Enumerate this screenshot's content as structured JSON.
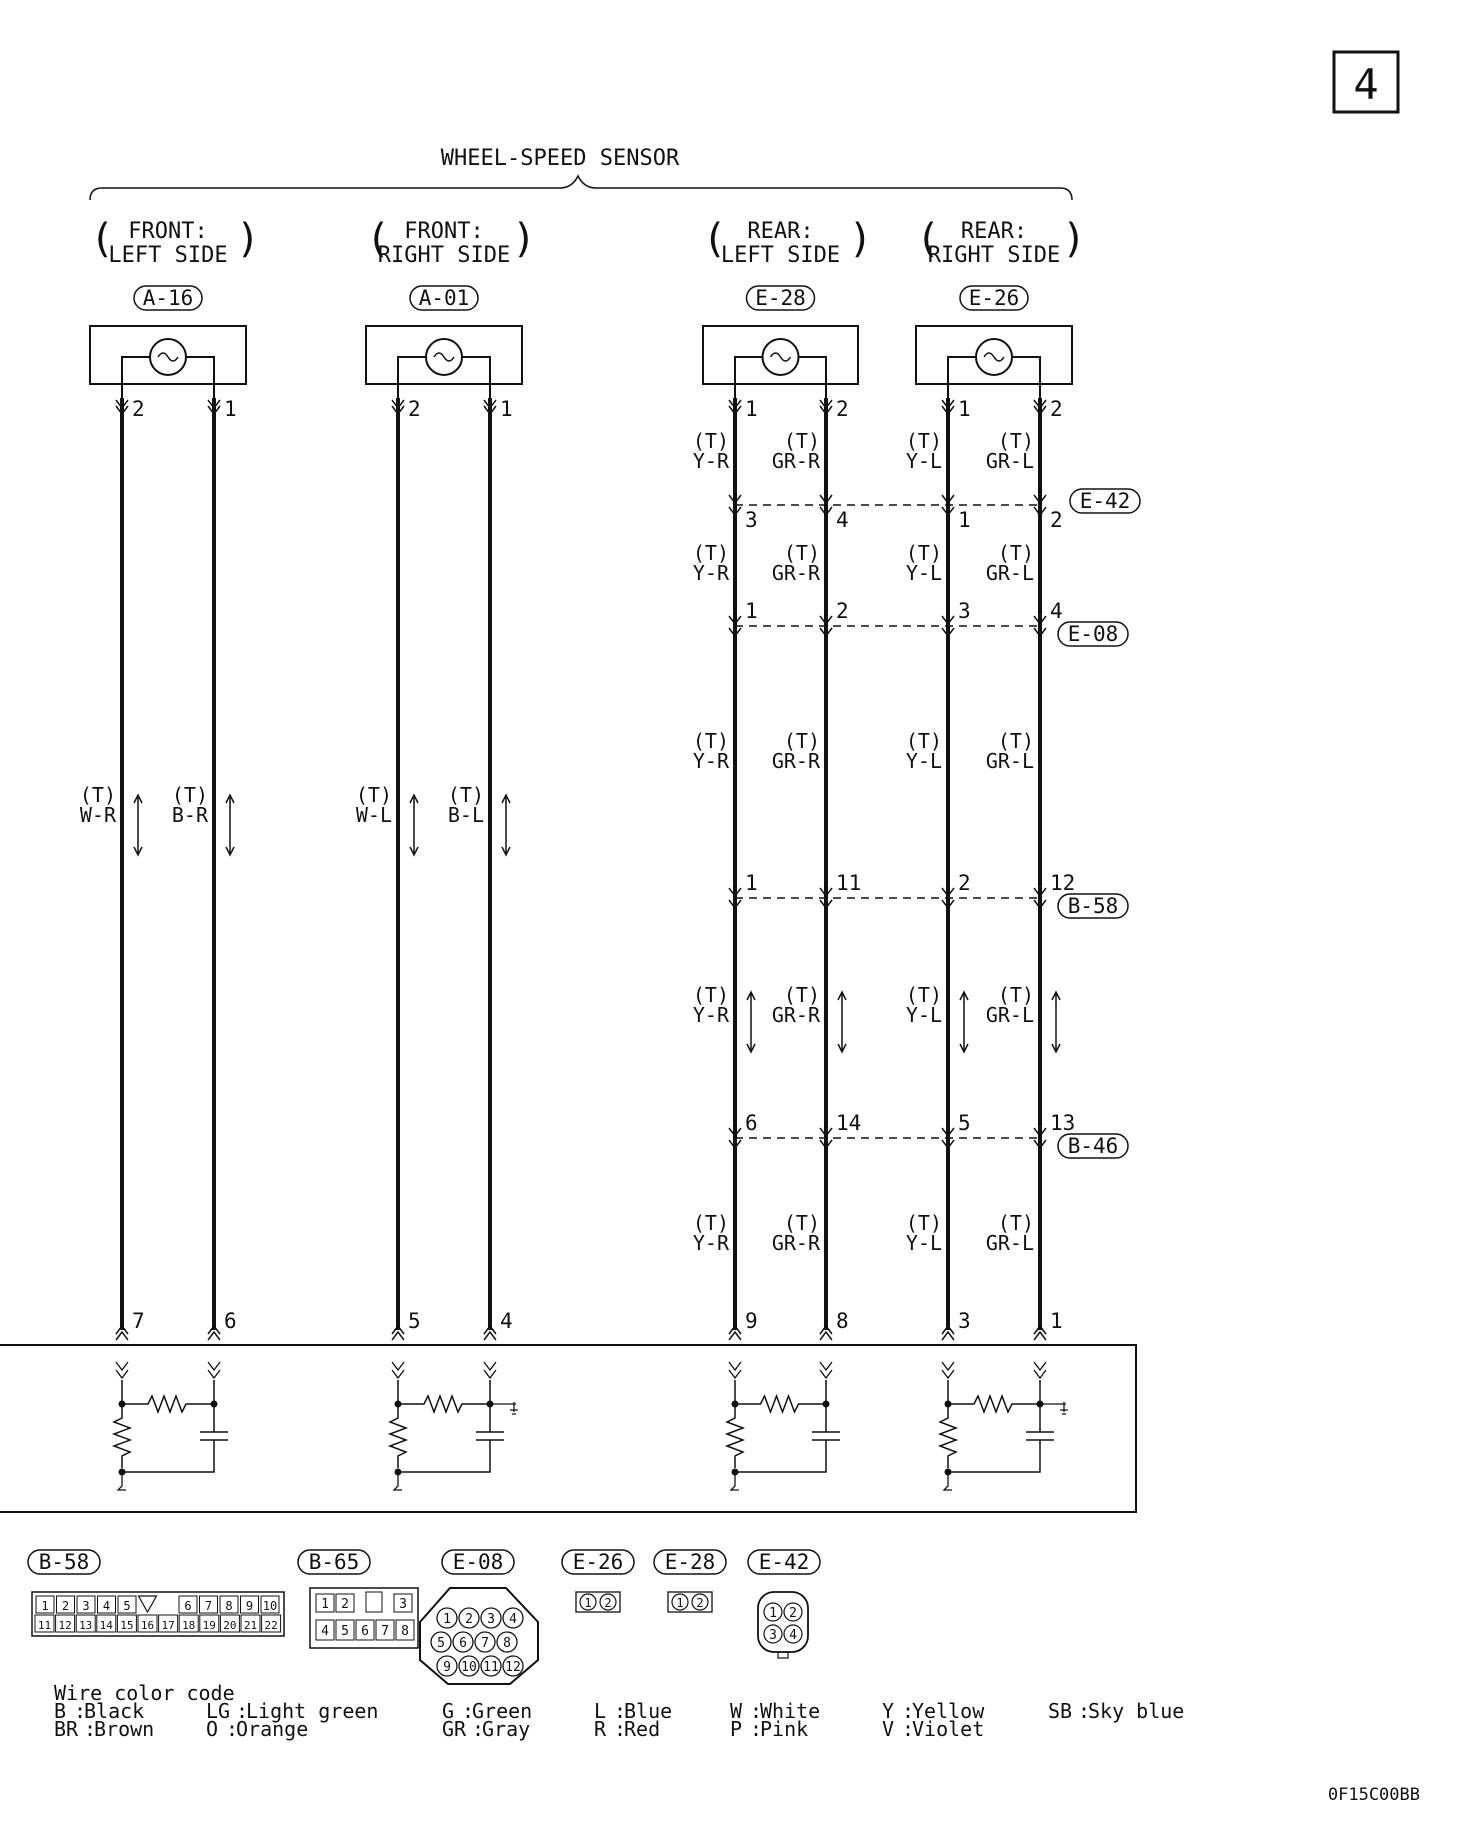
{
  "page_number": "4",
  "diagram_code": "0F15C00BB",
  "title": "WHEEL-SPEED SENSOR",
  "sensors": [
    {
      "position_line1": "FRONT:",
      "position_line2": "LEFT SIDE",
      "connector": "A-16",
      "top_pins": [
        "2",
        "1"
      ],
      "bottom_pins": [
        "7",
        "6"
      ],
      "wire_colors": [
        "W-R",
        "B-R"
      ],
      "twisted_tag": "(T)"
    },
    {
      "position_line1": "FRONT:",
      "position_line2": "RIGHT SIDE",
      "connector": "A-01",
      "top_pins": [
        "2",
        "1"
      ],
      "bottom_pins": [
        "5",
        "4"
      ],
      "wire_colors": [
        "W-L",
        "B-L"
      ],
      "twisted_tag": "(T)"
    },
    {
      "position_line1": "REAR:",
      "position_line2": "LEFT SIDE",
      "connector": "E-28",
      "top_pins": [
        "1",
        "2"
      ],
      "bottom_pins": [
        "9",
        "8"
      ],
      "wire_colors": [
        "Y-R",
        "GR-R"
      ],
      "twisted_tag": "(T)"
    },
    {
      "position_line1": "REAR:",
      "position_line2": "RIGHT SIDE",
      "connector": "E-26",
      "top_pins": [
        "1",
        "2"
      ],
      "bottom_pins": [
        "3",
        "1"
      ],
      "wire_colors": [
        "Y-L",
        "GR-L"
      ],
      "twisted_tag": "(T)"
    }
  ],
  "intermediate_connectors": [
    {
      "name": "E-42",
      "pins": [
        "3",
        "4",
        "1",
        "2"
      ]
    },
    {
      "name": "E-08",
      "pins": [
        "1",
        "2",
        "3",
        "4"
      ]
    },
    {
      "name": "B-58",
      "pins": [
        "1",
        "11",
        "2",
        "12"
      ]
    },
    {
      "name": "B-46",
      "pins": [
        "6",
        "14",
        "5",
        "13"
      ]
    }
  ],
  "connector_views": [
    {
      "name": "B-58",
      "top_row": [
        "1",
        "2",
        "3",
        "4",
        "5",
        "",
        "6",
        "7",
        "8",
        "9",
        "10"
      ],
      "bottom_row": [
        "11",
        "12",
        "13",
        "14",
        "15",
        "16",
        "17",
        "18",
        "19",
        "20",
        "21",
        "22"
      ]
    },
    {
      "name": "B-65",
      "top_row": [
        "1",
        "2",
        "",
        "3"
      ],
      "bottom_row": [
        "4",
        "5",
        "6",
        "7",
        "8"
      ]
    },
    {
      "name": "E-08",
      "rows": [
        [
          "1",
          "2",
          "3",
          "4"
        ],
        [
          "5",
          "6",
          "7",
          "8"
        ],
        [
          "9",
          "10",
          "11",
          "12"
        ]
      ]
    },
    {
      "name": "E-26",
      "pins": [
        "1",
        "2"
      ]
    },
    {
      "name": "E-28",
      "pins": [
        "1",
        "2"
      ]
    },
    {
      "name": "E-42",
      "pins": [
        "1",
        "2",
        "3",
        "4"
      ]
    }
  ],
  "legend": {
    "title": "Wire color code",
    "entries": [
      {
        "code": "B",
        "label": "Black"
      },
      {
        "code": "BR",
        "label": "Brown"
      },
      {
        "code": "LG",
        "label": "Light green"
      },
      {
        "code": "O",
        "label": "Orange"
      },
      {
        "code": "G",
        "label": "Green"
      },
      {
        "code": "GR",
        "label": "Gray"
      },
      {
        "code": "L",
        "label": "Blue"
      },
      {
        "code": "R",
        "label": "Red"
      },
      {
        "code": "W",
        "label": "White"
      },
      {
        "code": "P",
        "label": "Pink"
      },
      {
        "code": "Y",
        "label": "Yellow"
      },
      {
        "code": "V",
        "label": "Violet"
      },
      {
        "code": "SB",
        "label": "Sky blue"
      }
    ]
  }
}
